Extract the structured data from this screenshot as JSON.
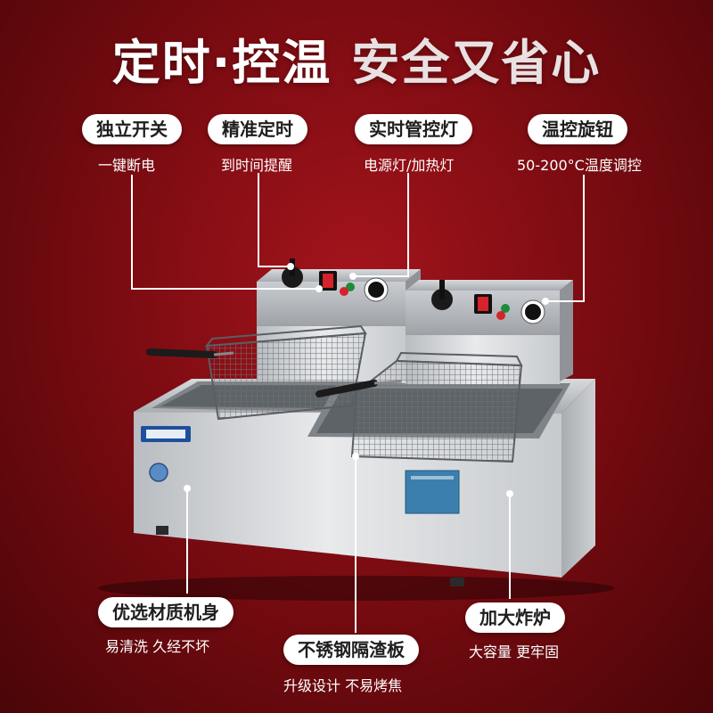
{
  "headline": {
    "part1": "定时·控温",
    "part2": "安全又省心"
  },
  "features": {
    "switch": {
      "label": "独立开关",
      "sub": "一键断电"
    },
    "timer": {
      "label": "精准定时",
      "sub": "到时间提醒"
    },
    "light": {
      "label": "实时管控灯",
      "sub": "电源灯/加热灯"
    },
    "knob": {
      "label": "温控旋钮",
      "sub": "50-200°C温度调控"
    },
    "body": {
      "label": "优选材质机身",
      "sub": "易清洗 久经不坏"
    },
    "plate": {
      "label": "不锈钢隔渣板",
      "sub": "升级设计 不易烤焦"
    },
    "tank": {
      "label": "加大炸炉",
      "sub": "大容量 更牢固"
    }
  },
  "colors": {
    "background": "#8e0f16",
    "pill": "#ffffff",
    "indicator_red": "#d4232a"
  }
}
